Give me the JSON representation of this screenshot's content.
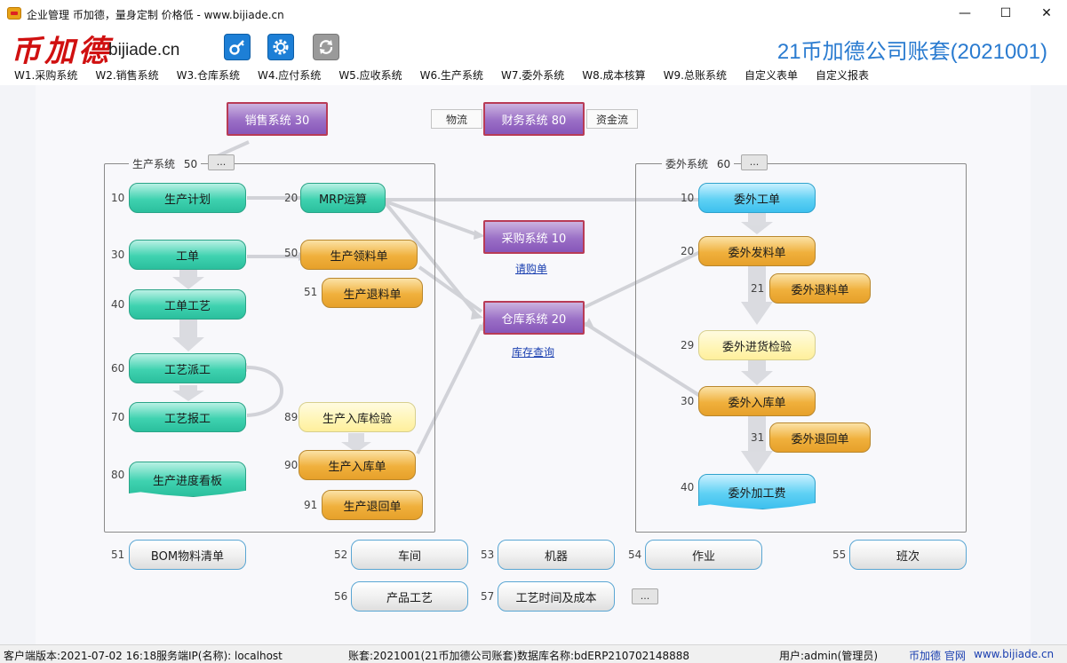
{
  "window": {
    "title": "企业管理 币加德，量身定制 价格低 - www.bijiade.cn",
    "minimize": "—",
    "maximize": "☐",
    "close": "✕"
  },
  "header": {
    "logo_cn": "币加德",
    "logo_en": "bijiade.cn",
    "company_title": "21币加德公司账套(2021001)",
    "tools": [
      "key-icon",
      "gear-icon",
      "refresh-icon"
    ]
  },
  "menu": [
    "W1.采购系统",
    "W2.销售系统",
    "W3.仓库系统",
    "W4.应付系统",
    "W5.应收系统",
    "W6.生产系统",
    "W7.委外系统",
    "W8.成本核算",
    "W9.总账系统",
    "自定义表单",
    "自定义报表"
  ],
  "top": {
    "sales": "销售系统 30",
    "finance": "财务系统 80",
    "logistics": "物流",
    "cashflow": "资金流",
    "purchase": "采购系统 10",
    "purchase_link": "请购单",
    "warehouse": "仓库系统 20",
    "warehouse_link": "库存查询"
  },
  "production": {
    "label": "生产系统",
    "count": "50",
    "more": "...",
    "nodes": [
      {
        "num": "10",
        "label": "生产计划"
      },
      {
        "num": "20",
        "label": "MRP运算"
      },
      {
        "num": "30",
        "label": "工单"
      },
      {
        "num": "50",
        "label": "生产领料单"
      },
      {
        "num": "51",
        "label": "生产退料单"
      },
      {
        "num": "40",
        "label": "工单工艺"
      },
      {
        "num": "60",
        "label": "工艺派工"
      },
      {
        "num": "70",
        "label": "工艺报工"
      },
      {
        "num": "89",
        "label": "生产入库检验"
      },
      {
        "num": "90",
        "label": "生产入库单"
      },
      {
        "num": "80",
        "label": "生产进度看板"
      },
      {
        "num": "91",
        "label": "生产退回单"
      }
    ]
  },
  "outsource": {
    "label": "委外系统",
    "count": "60",
    "more": "...",
    "nodes": [
      {
        "num": "10",
        "label": "委外工单"
      },
      {
        "num": "20",
        "label": "委外发料单"
      },
      {
        "num": "21",
        "label": "委外退料单"
      },
      {
        "num": "29",
        "label": "委外进货检验"
      },
      {
        "num": "30",
        "label": "委外入库单"
      },
      {
        "num": "31",
        "label": "委外退回单"
      },
      {
        "num": "40",
        "label": "委外加工费"
      }
    ]
  },
  "bottom": {
    "items": [
      {
        "num": "51",
        "label": "BOM物料清单"
      },
      {
        "num": "52",
        "label": "车间"
      },
      {
        "num": "53",
        "label": "机器"
      },
      {
        "num": "54",
        "label": "作业"
      },
      {
        "num": "55",
        "label": "班次"
      },
      {
        "num": "56",
        "label": "产品工艺"
      },
      {
        "num": "57",
        "label": "工艺时间及成本"
      }
    ],
    "more": "..."
  },
  "status": {
    "client_version": "客户端版本:2021-07-02 16:18",
    "server_ip": "服务端IP(名称): localhost",
    "account": "账套:2021001(21币加德公司账套)",
    "database": "数据库名称:bdERP210702148888",
    "user": "用户:admin(管理员)",
    "site": "币加德 官网",
    "url": "www.bijiade.cn"
  }
}
